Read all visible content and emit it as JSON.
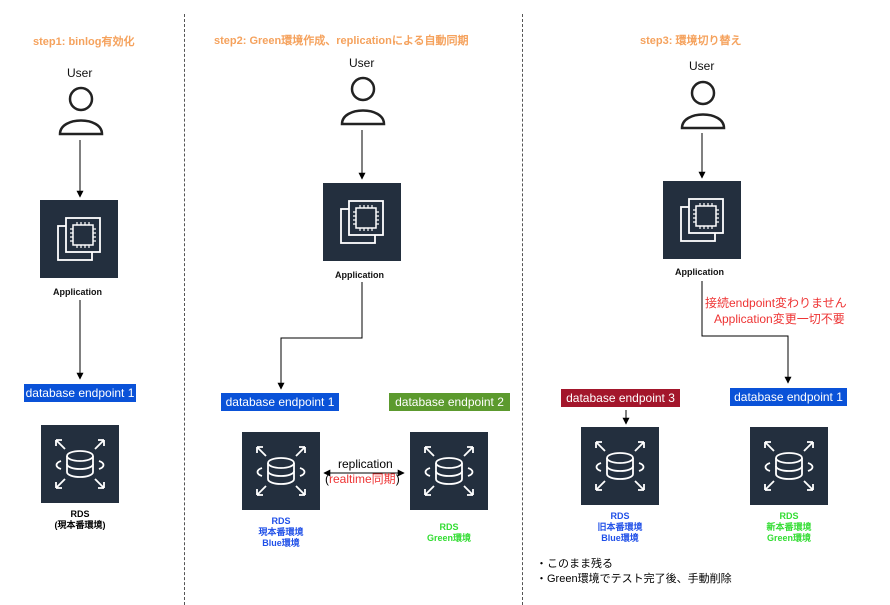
{
  "steps": [
    {
      "title": "step1: binlog有効化"
    },
    {
      "title": "step2: Green環境作成、replicationによる自動同期"
    },
    {
      "title": "step3: 環境切り替え"
    }
  ],
  "labels": {
    "user": "User",
    "application": "Application",
    "replication": "replication",
    "realtime_open": "(",
    "realtime": "realtime同期",
    "realtime_close": ")",
    "no_change_1": "接続endpoint変わりません",
    "no_change_2": "Application変更一切不要"
  },
  "endpoints": {
    "ep1": "database endpoint 1",
    "ep2": "database endpoint 2",
    "ep3": "database endpoint 3"
  },
  "rds": {
    "s1": [
      "RDS",
      "(現本番環境)"
    ],
    "s2_blue": [
      "RDS",
      "現本番環境",
      "Blue環境"
    ],
    "s2_green": [
      "RDS",
      "Green環境"
    ],
    "s3_blue": [
      "RDS",
      "旧本番環境",
      "Blue環境"
    ],
    "s3_green": [
      "RDS",
      "新本番環境",
      "Green環境"
    ]
  },
  "notes": [
    "・このまま残る",
    "・Green環境でテスト完了後、手動削除"
  ],
  "colors": {
    "step_title": "#f5a25d",
    "icon_bg": "#232f3e",
    "endpoint_blue": "#0a52d8",
    "endpoint_green": "#5c9a2e",
    "endpoint_red": "#a3162b",
    "text_blue": "#2050e8",
    "text_green": "#33dd33",
    "text_red": "#ee3333"
  },
  "icons": [
    "user-icon",
    "ec2-chip-icon",
    "rds-database-icon"
  ]
}
